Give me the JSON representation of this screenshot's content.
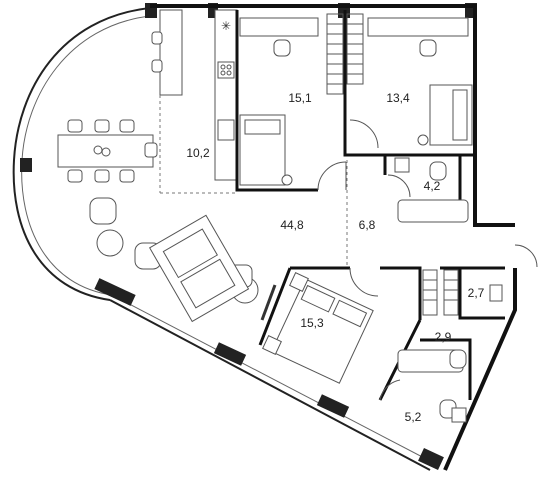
{
  "plan": {
    "rooms": [
      {
        "id": "living",
        "area": "44,8"
      },
      {
        "id": "kitchen",
        "area": "10,2"
      },
      {
        "id": "bedroom-1",
        "area": "15,1"
      },
      {
        "id": "bedroom-2",
        "area": "13,4"
      },
      {
        "id": "bathroom-1",
        "area": "4,2"
      },
      {
        "id": "hall",
        "area": "6,8"
      },
      {
        "id": "master-bedroom",
        "area": "15,3"
      },
      {
        "id": "storage",
        "area": "2,7"
      },
      {
        "id": "wc",
        "area": "2,9"
      },
      {
        "id": "bathroom-2",
        "area": "5,2"
      }
    ]
  }
}
